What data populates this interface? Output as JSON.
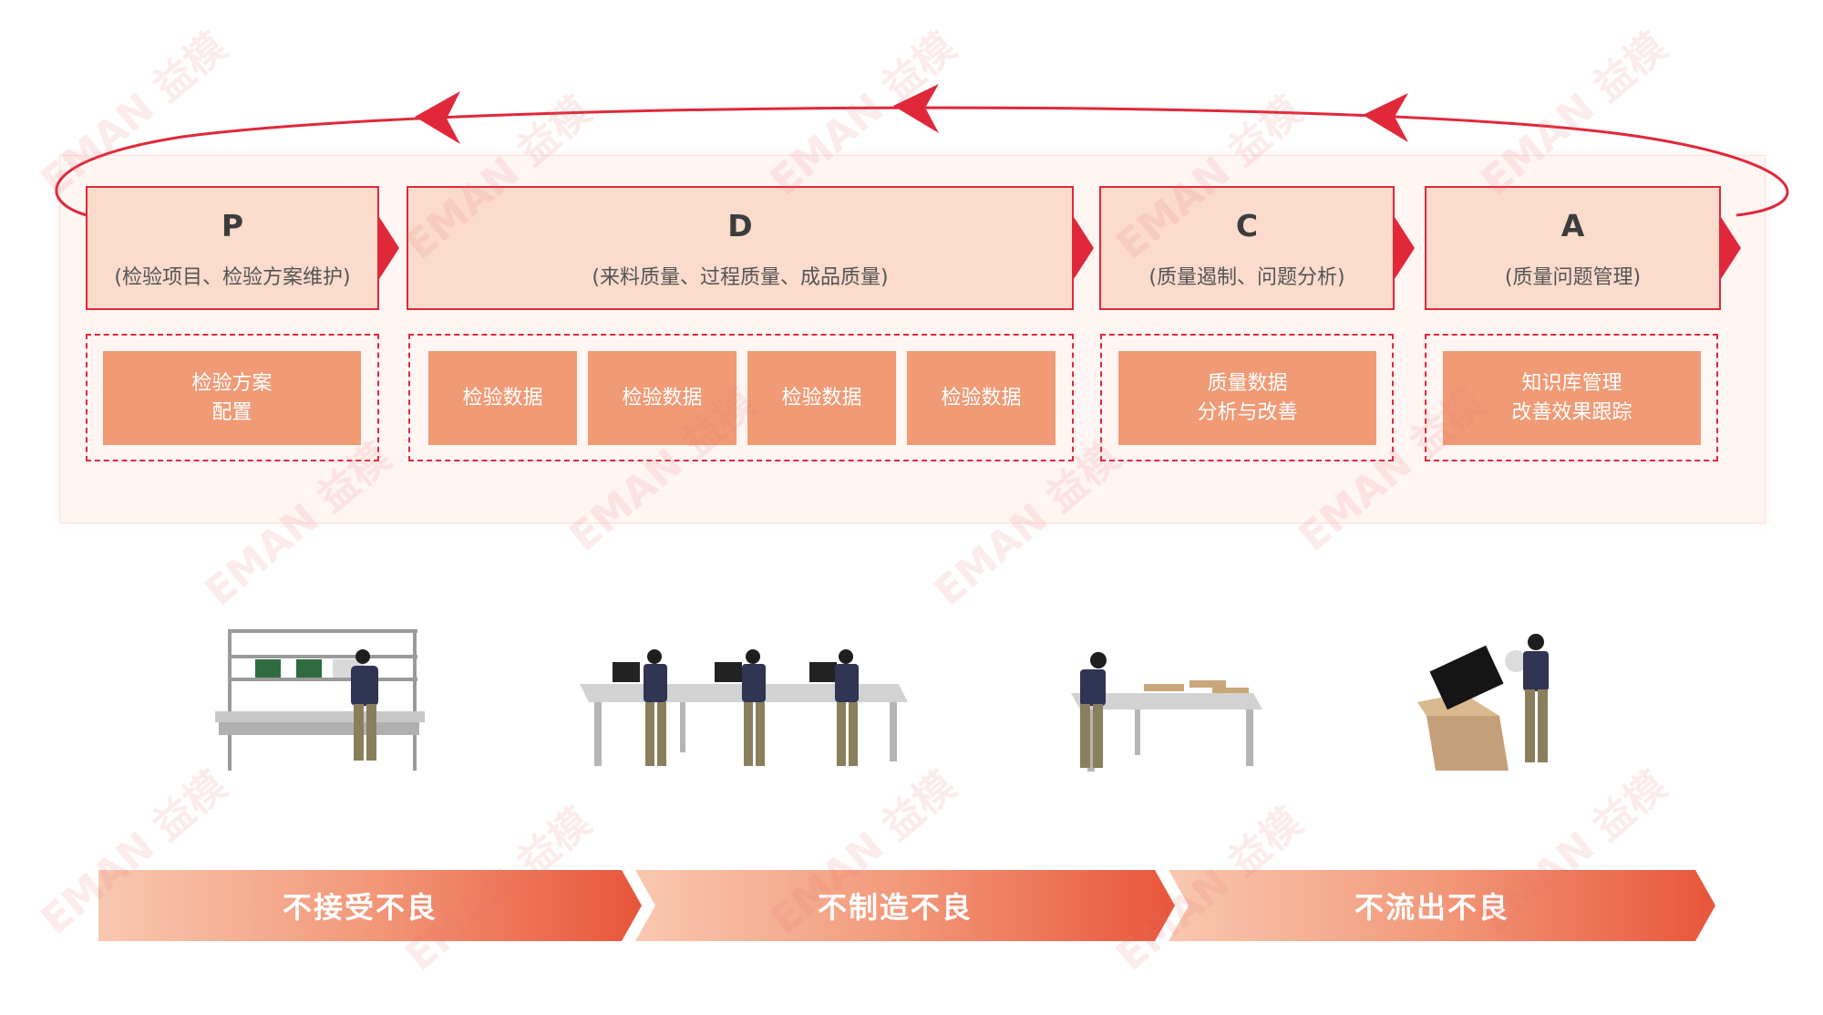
{
  "phases": [
    {
      "letter": "P",
      "desc": "(检验项目、检验方案维护)"
    },
    {
      "letter": "D",
      "desc": "(来料质量、过程质量、成品质量)"
    },
    {
      "letter": "C",
      "desc": "(质量遏制、问题分析)"
    },
    {
      "letter": "A",
      "desc": "(质量问题管理)"
    }
  ],
  "boxes": {
    "p": [
      "检验方案",
      "配置"
    ],
    "d": [
      "检验数据",
      "检验数据",
      "检验数据",
      "检验数据"
    ],
    "c": [
      "质量数据",
      "分析与改善"
    ],
    "a": [
      "知识库管理",
      "改善效果跟踪"
    ]
  },
  "banner": [
    "不接受不良",
    "不制造不良",
    "不流出不良"
  ],
  "watermark": {
    "brand": "EMAN",
    "cn": "益模"
  },
  "colors": {
    "accent": "#e0283a",
    "phase_fill": "#fadbcc",
    "box_fill": "#f09a76",
    "banner_start": "#f7c2a8",
    "banner_end": "#e8553a"
  }
}
